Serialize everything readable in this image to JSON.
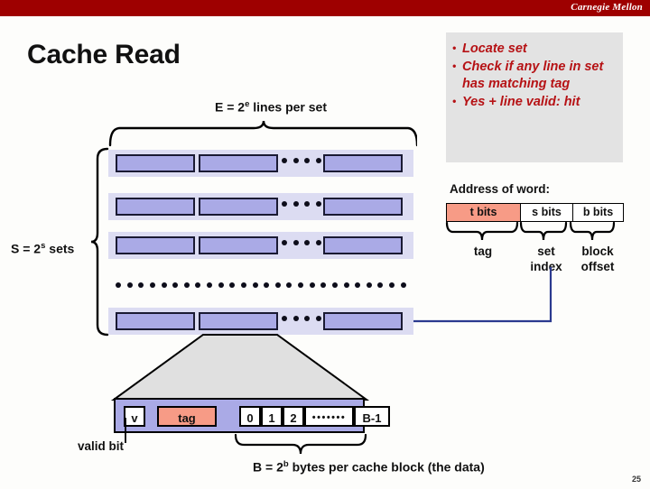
{
  "banner": {
    "institution": "Carnegie Mellon"
  },
  "title": "Cache Read",
  "bullets": [
    "Locate set",
    "Check if any line in set has matching tag",
    "Yes + line valid: hit"
  ],
  "address": {
    "label": "Address of word:",
    "fields": [
      {
        "bits": "t bits",
        "name": "tag",
        "color": "#f79b86"
      },
      {
        "bits": "s bits",
        "name": "set index",
        "color": "#ffffff"
      },
      {
        "bits": "b bits",
        "name": "block offset",
        "color": "#ffffff"
      }
    ]
  },
  "cache": {
    "e_label_prefix": "E = 2",
    "e_label_sup": "e",
    "e_label_suffix": " lines per set",
    "s_label_prefix": "S = 2",
    "s_label_sup": "s",
    "s_label_suffix": " sets",
    "rows": 4,
    "lines_per_row": 3,
    "row_dots_count": 4,
    "set_ellipsis_dots": 26
  },
  "detail": {
    "valid": "v",
    "tag": "tag",
    "bytes": [
      "0",
      "1",
      "2"
    ],
    "bytes_ellipsis": "•••••••",
    "last_byte": "B-1",
    "valid_bit_label": "valid bit",
    "caption_prefix": "B = 2",
    "caption_sup": "b",
    "caption_suffix": " bytes per cache block (the data)"
  },
  "colors": {
    "banner": "#9e0000",
    "bullet_text": "#b61215",
    "set_band": "#dcdcf2",
    "line_fill": "#aaaae6",
    "tag_fill": "#f79b86",
    "connector": "#2b3a8f",
    "trapezoid": "#e0e0e0"
  },
  "page_number": "25"
}
